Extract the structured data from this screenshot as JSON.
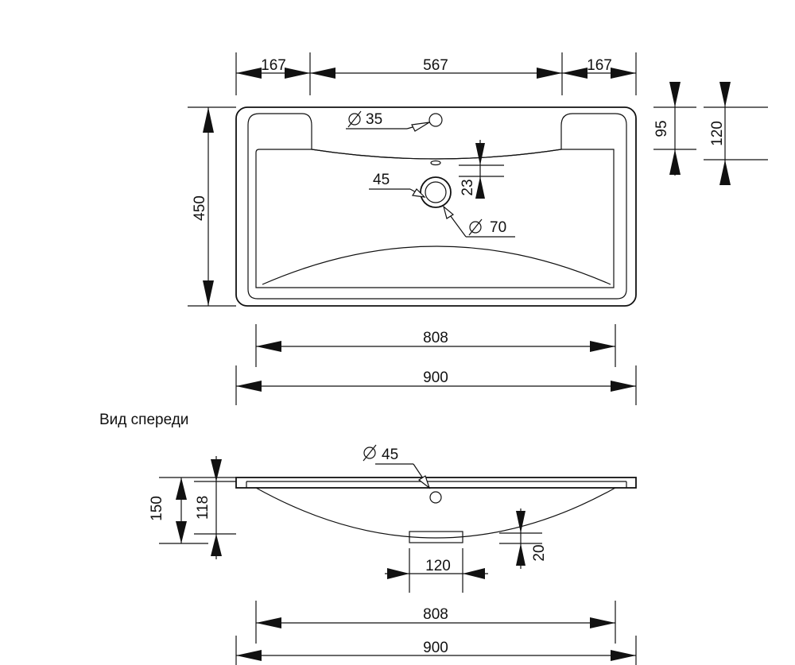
{
  "top_view": {
    "dims": {
      "left_margin": "167",
      "center_width": "567",
      "right_margin": "167",
      "depth": "450",
      "bowl_width": "808",
      "overall_width": "900",
      "rim_95": "95",
      "rim_120": "120",
      "drain_offset": "23"
    },
    "callouts": {
      "tap_hole": "35",
      "drain_inner": "45",
      "drain_outer": "70"
    }
  },
  "front_view": {
    "title": "Вид спереди",
    "dims": {
      "height_total": "150",
      "height_bowl": "118",
      "outlet_height": "20",
      "outlet_width": "120",
      "bowl_width": "808",
      "overall_width": "900"
    },
    "callouts": {
      "tap_hole": "45"
    }
  },
  "diameter_symbol": "Ø",
  "colors": {
    "line": "#111111",
    "background": "#ffffff"
  }
}
